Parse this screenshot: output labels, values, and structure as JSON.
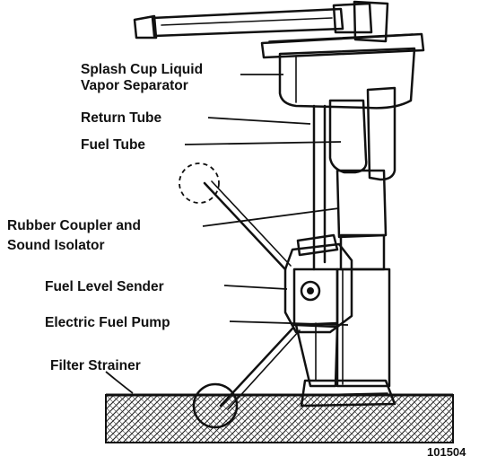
{
  "labels": {
    "splash_cup_line1": "Splash Cup Liquid",
    "splash_cup_line2": "Vapor Separator",
    "return_tube": "Return Tube",
    "fuel_tube": "Fuel Tube",
    "rubber_coupler_line1": "Rubber Coupler and",
    "rubber_coupler_line2": "Sound Isolator",
    "fuel_level_sender": "Fuel Level Sender",
    "electric_fuel_pump": "Electric Fuel Pump",
    "filter_strainer": "Filter Strainer"
  },
  "figure_code": "101504",
  "colors": {
    "ink": "#111111",
    "background": "#ffffff",
    "stipple": "#555555"
  }
}
